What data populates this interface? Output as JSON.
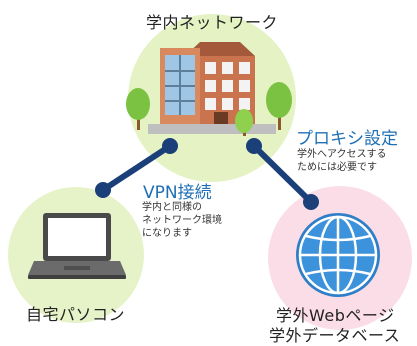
{
  "campus": {
    "title": "学内ネットワーク"
  },
  "vpn": {
    "label": "VPN接続",
    "note": "学内と同様の\nネットワーク環境\nになります"
  },
  "proxy": {
    "label": "プロキシ設定",
    "note": "学外へアクセスする\nためには必要です"
  },
  "home": {
    "label": "自宅パソコン"
  },
  "external": {
    "line1": "学外Webページ",
    "line2": "学外データベース"
  },
  "colors": {
    "connector": "#1b3f78",
    "label_blue": "#1f6fb5",
    "campus_bg": "#e4f2c4",
    "home_bg": "#e6f2c8",
    "external_bg": "#fbdde8",
    "building": "#c9744e",
    "tree": "#7cc242",
    "globe": "#2f7fc8"
  },
  "icons": [
    "building-icon",
    "tree-icon",
    "laptop-icon",
    "globe-icon"
  ]
}
